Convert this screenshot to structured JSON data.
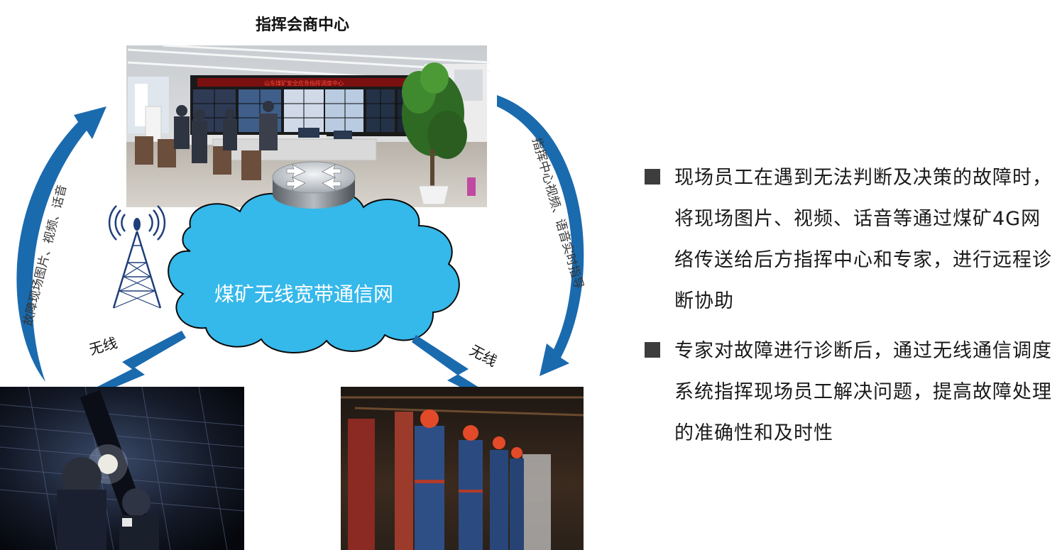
{
  "diagram": {
    "title": "指挥会商中心",
    "cloud_label": "煤矿无线宽带通信网",
    "wireless_left": "无线",
    "wireless_right": "无线",
    "arc_left_label": "故障现场图片、视频、话音",
    "arc_right_label": "指挥中心视频、语音实时指导",
    "screen_banner": "山东煤矿安全应急指挥调度中心"
  },
  "bullets": [
    {
      "text": "现场员工在遇到无法判断及决策的故障时，将现场图片、视频、话音等通过煤矿4G网络传送给后方指挥中心和专家，进行远程诊断协助"
    },
    {
      "text": "专家对故障进行诊断后，通过无线通信调度系统指挥现场员工解决问题，提高故障处理的准确性和及时性"
    }
  ],
  "colors": {
    "cloud_fill": "#35b8ea",
    "arrow_blue": "#1a6aae",
    "bullet_marker": "#3d3d3d"
  },
  "icons": {
    "router": "router-icon",
    "tower": "radio-tower-icon",
    "wireless": "lightning-wireless-icon"
  }
}
